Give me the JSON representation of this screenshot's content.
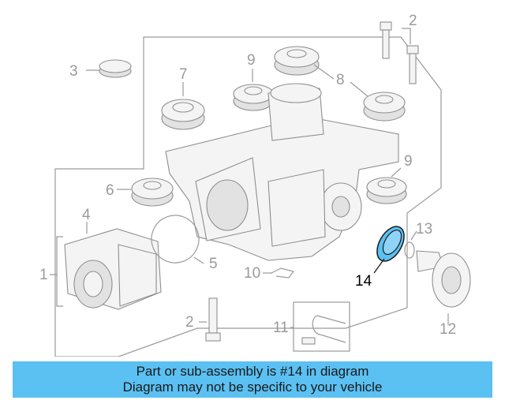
{
  "diagram": {
    "callouts": {
      "c1": "1",
      "c2a": "2",
      "c2b": "2",
      "c3": "3",
      "c4": "4",
      "c5": "5",
      "c6": "6",
      "c7": "7",
      "c8": "8",
      "c9a": "9",
      "c9b": "9",
      "c10": "10",
      "c11": "11",
      "c12": "12",
      "c13": "13",
      "c14": "14"
    },
    "highlight_part": "14"
  },
  "banner": {
    "line1": "Part or sub-assembly is #14 in diagram",
    "line2": "Diagram may not be specific to your vehicle",
    "background_color": "#5bc0f2"
  },
  "colors": {
    "line_gray": "#9a9a9a",
    "highlight_fill": "#5bc0f2",
    "highlight_stroke": "#1a1a1a"
  }
}
